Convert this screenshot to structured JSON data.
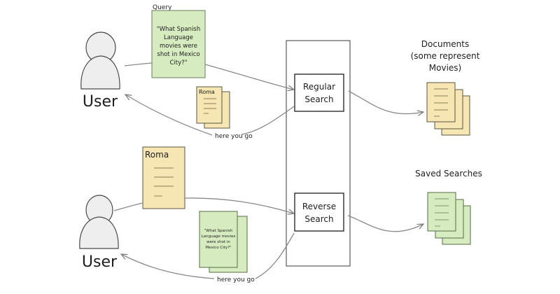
{
  "colors": {
    "query_note": "#d6ecc0",
    "result_note": "#f5e6b3",
    "box_stroke": "#2e2e2e",
    "arrow": "#8a8a8a"
  },
  "top_flow": {
    "actor_label": "User",
    "query_caption": "Query",
    "query_text_lines": [
      "\"What Spanish",
      "Language",
      "movies were",
      "shot in Mexico",
      "City?\""
    ],
    "result_note_title": "Roma",
    "response_label": "here you go",
    "search_box_lines": [
      "Regular",
      "Search"
    ],
    "target_title_lines": [
      "Documents",
      "(some represent",
      "Movies)"
    ]
  },
  "bottom_flow": {
    "actor_label": "User",
    "input_note_title": "Roma",
    "result_note_text_lines": [
      "\"What Spanish",
      "Language movies",
      "were shot in",
      "Mexico City?\""
    ],
    "response_label": "here you go",
    "search_box_lines": [
      "Reverse",
      "Search"
    ],
    "target_title_lines": [
      "Saved Searches"
    ]
  }
}
